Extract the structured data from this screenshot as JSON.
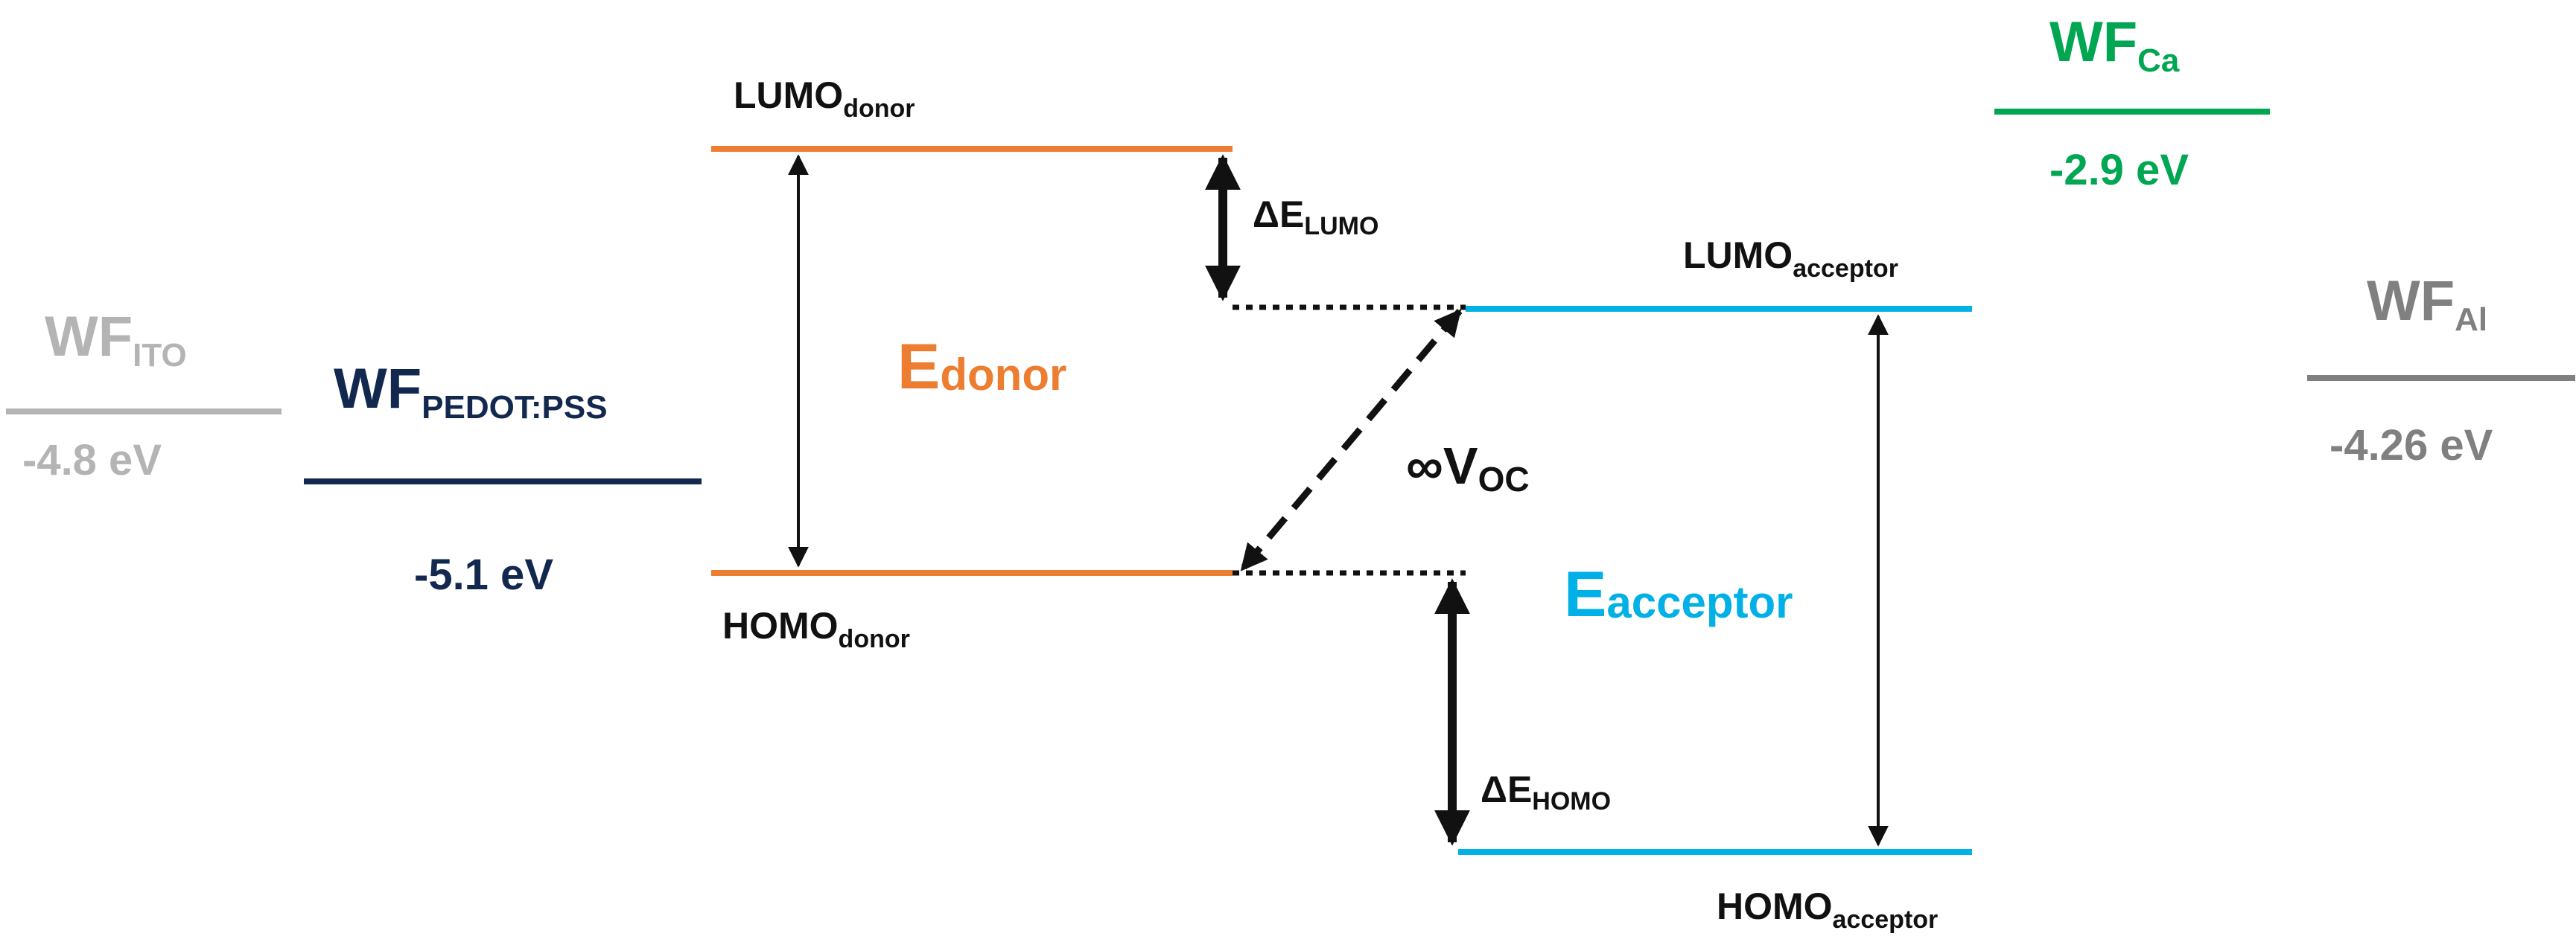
{
  "colors": {
    "ito": "#b4b4b4",
    "pedot": "#12284f",
    "donor": "#ed7d31",
    "acceptor": "#00b0e6",
    "ca": "#00a651",
    "al": "#808080",
    "text": "#111111"
  },
  "electrodes": {
    "ito": {
      "label_main": "WF",
      "label_sub": "ITO",
      "value": "-4.8 eV"
    },
    "pedot": {
      "label_main": "WF",
      "label_sub": "PEDOT:PSS",
      "value": "-5.1 eV"
    },
    "ca": {
      "label_main": "WF",
      "label_sub": "Ca",
      "value": "-2.9 eV"
    },
    "al": {
      "label_main": "WF",
      "label_sub": "Al",
      "value": "-4.26 eV"
    }
  },
  "donor": {
    "lumo_main": "LUMO",
    "lumo_sub": "donor",
    "homo_main": "HOMO",
    "homo_sub": "donor",
    "gap_main": "E",
    "gap_sub": "donor"
  },
  "acceptor": {
    "lumo_main": "LUMO",
    "lumo_sub": "acceptor",
    "homo_main": "HOMO",
    "homo_sub": "acceptor",
    "gap_main": "E",
    "gap_sub": "acceptor"
  },
  "offsets": {
    "lumo_main": "ΔE",
    "lumo_sub": "LUMO",
    "homo_main": "ΔE",
    "homo_sub": "HOMO"
  },
  "voc": {
    "main": "∞V",
    "sub": "OC"
  }
}
